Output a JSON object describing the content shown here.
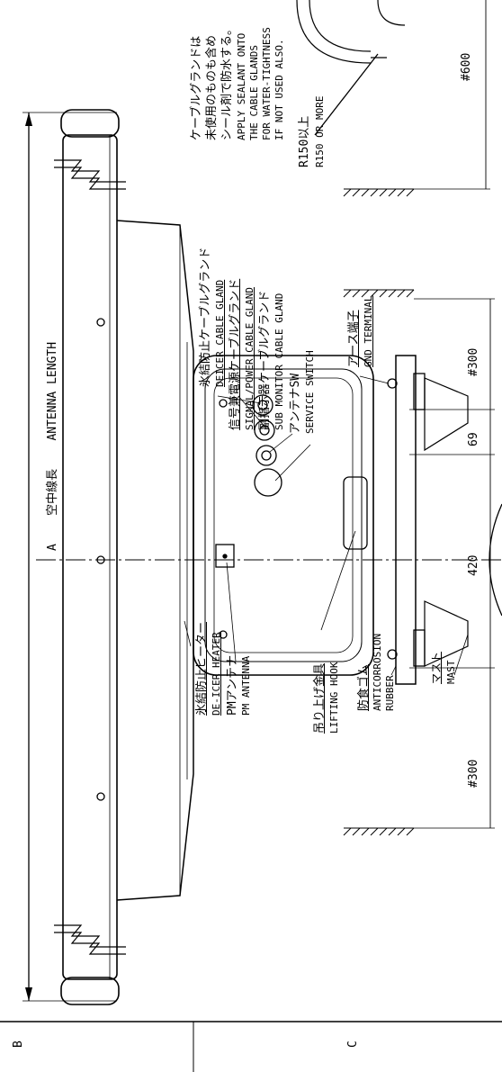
{
  "antenna_length": {
    "letter": "A",
    "jp": "空中線長",
    "en": "ANTENNA LENGTH"
  },
  "deicer_heater": {
    "jp": "氷結防止ヒーター",
    "en": "DE-ICER HEATER"
  },
  "pm_antenna": {
    "jp": "PMアンテナ",
    "en": "PM ANTENNA"
  },
  "lifting_hook": {
    "jp": "吊り上げ金具",
    "en": "LIFTING HOOK"
  },
  "anticorrosion_rubber": {
    "jp": "防食ゴム",
    "en1": "ANTICORROSION",
    "en2": "RUBBER"
  },
  "mast": {
    "jp": "マスト",
    "en": "MAST"
  },
  "gnd_terminal": {
    "jp": "アース端子",
    "en": "GND TERMINAL"
  },
  "service_switch": {
    "jp": "アンテナSW",
    "en": "SERVICE SWITCH"
  },
  "sub_monitor_gland": {
    "jp": "副指示器ケーブルグランド",
    "en": "SUB MONITOR CABLE GLAND"
  },
  "signal_power_gland": {
    "jp": "信号兼電源ケーブルグランド",
    "en": "SIGNAL/POWER CABLE GLAND"
  },
  "deicer_gland": {
    "jp": "氷結防止ケーブルグランド",
    "en": "DEICER CABLE GLAND"
  },
  "sealant_note": {
    "jp1": "ケーブルグランドは",
    "jp2": "未使用のものも含め",
    "jp3": "シール剤で防水する。",
    "en1": "APPLY SEALANT ONTO",
    "en2": "THE CABLE GLANDS",
    "en3": "FOR WATER-TIGHTNESS",
    "en4": "IF NOT USED ALSO."
  },
  "bend_radius": {
    "jp": "R150以上",
    "en": "R150 OR MORE"
  },
  "dims": {
    "d600": "#600",
    "d300a": "#300",
    "d69": "69",
    "d420": "420",
    "d300b": "#300"
  },
  "frame": {
    "b": "B",
    "c": "C"
  }
}
